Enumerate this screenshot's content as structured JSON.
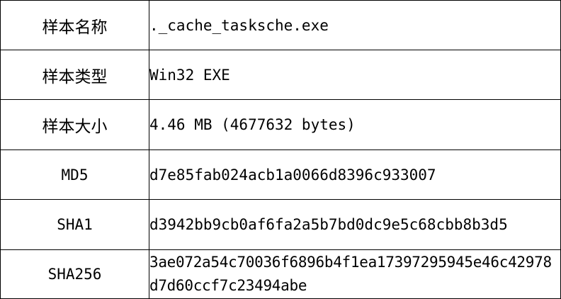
{
  "table": {
    "rows": [
      {
        "label": "样本名称",
        "value": "._cache_tasksche.exe"
      },
      {
        "label": "样本类型",
        "value": "Win32 EXE"
      },
      {
        "label": "样本大小",
        "value": "4.46 MB (4677632 bytes)"
      },
      {
        "label": "MD5",
        "value": "d7e85fab024acb1a0066d8396c933007"
      },
      {
        "label": "SHA1",
        "value": "d3942bb9cb0af6fa2a5b7bd0dc9e5c68cbb8b3d5"
      },
      {
        "label": "SHA256",
        "value": "3ae072a54c70036f6896b4f1ea17397295945e46c42978d7d60ccf7c23494abe"
      }
    ]
  }
}
